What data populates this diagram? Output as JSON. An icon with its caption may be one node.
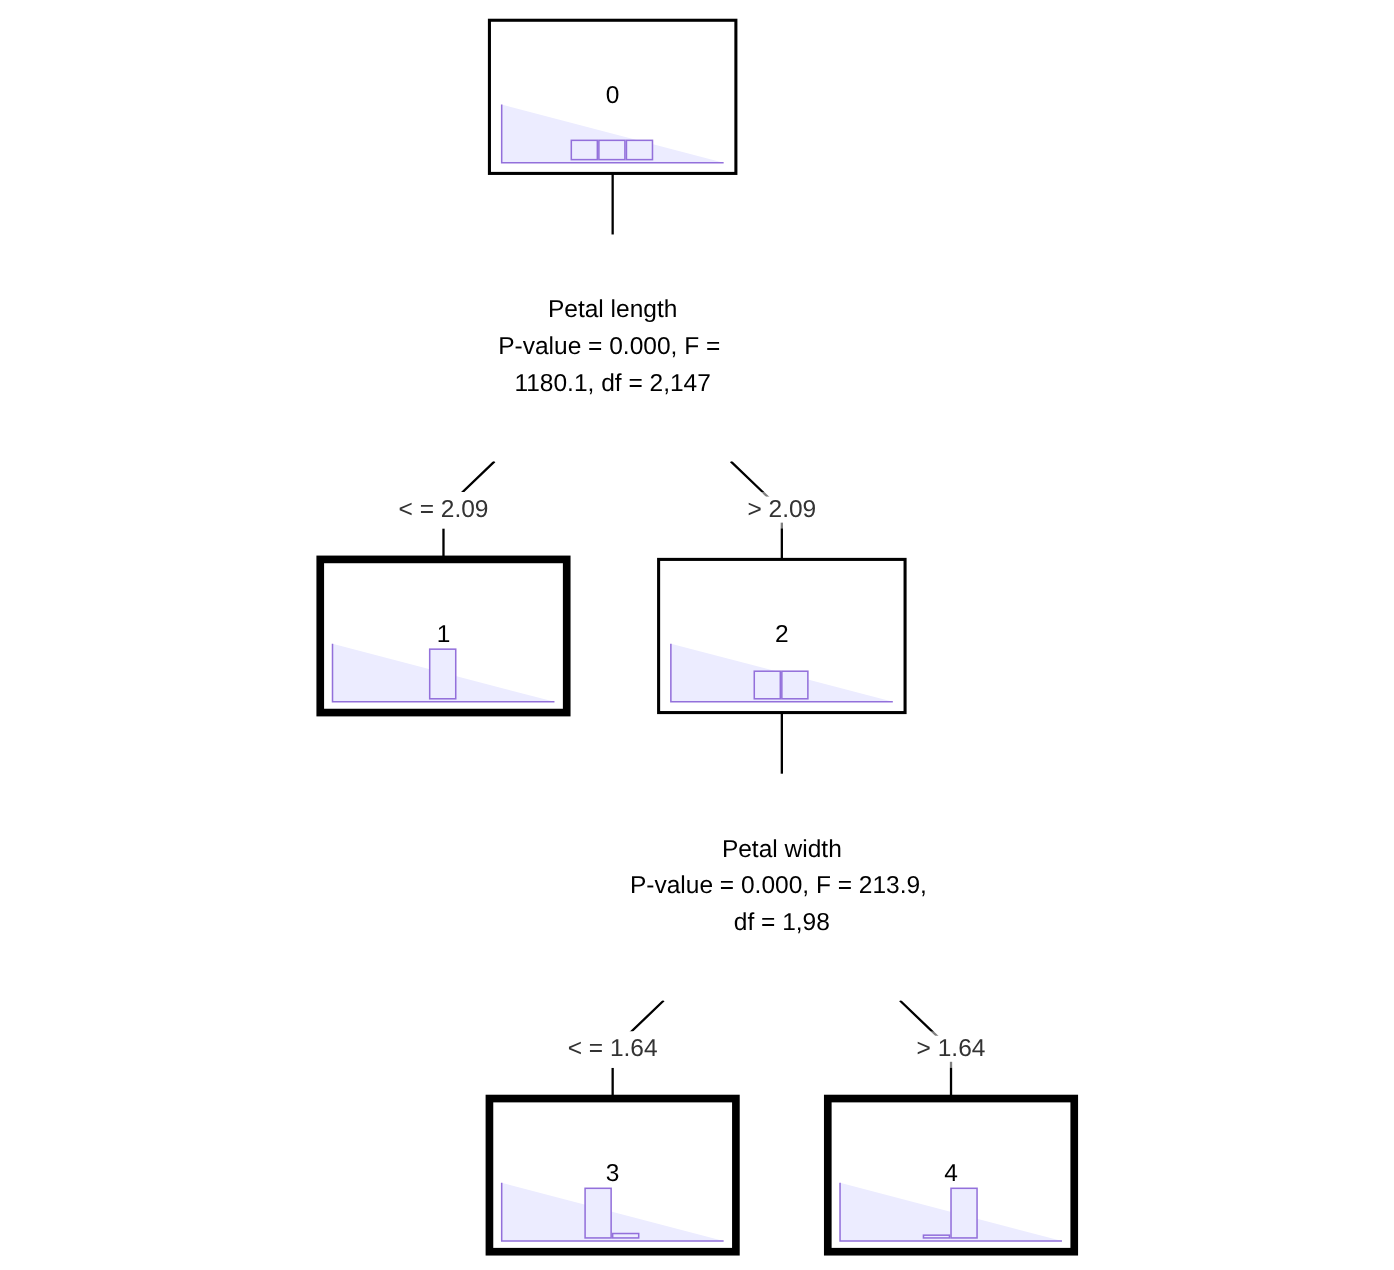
{
  "diagram": {
    "nodes": [
      {
        "text": [
          "0"
        ]
      },
      {
        "text": [
          "Petal length",
          "P-value = 0.000, F = 1180.1, df = 2,147"
        ]
      },
      {
        "text": [
          "1"
        ]
      },
      {
        "text": [
          "2"
        ]
      },
      {
        "text": [
          "Petal width",
          "P-value = 0.000, F = 213.9, df = 1,98"
        ]
      },
      {
        "text": [
          "3"
        ]
      },
      {
        "text": [
          "4"
        ]
      }
    ],
    "edges": [
      {
        "from": 0,
        "to": 1,
        "arrow": "none"
      },
      {
        "from": 1,
        "to": 2,
        "arrow": "none",
        "label": "< = 2.09"
      },
      {
        "from": 1,
        "to": 3,
        "arrow": "none",
        "label": "> 2.09"
      },
      {
        "from": 3,
        "to": 4,
        "arrow": "none"
      },
      {
        "from": 4,
        "to": 5,
        "arrow": "none",
        "label": "< = 1.64"
      },
      {
        "from": 4,
        "to": 6,
        "arrow": "none",
        "label": "> 1.64"
      }
    ]
  }
}
